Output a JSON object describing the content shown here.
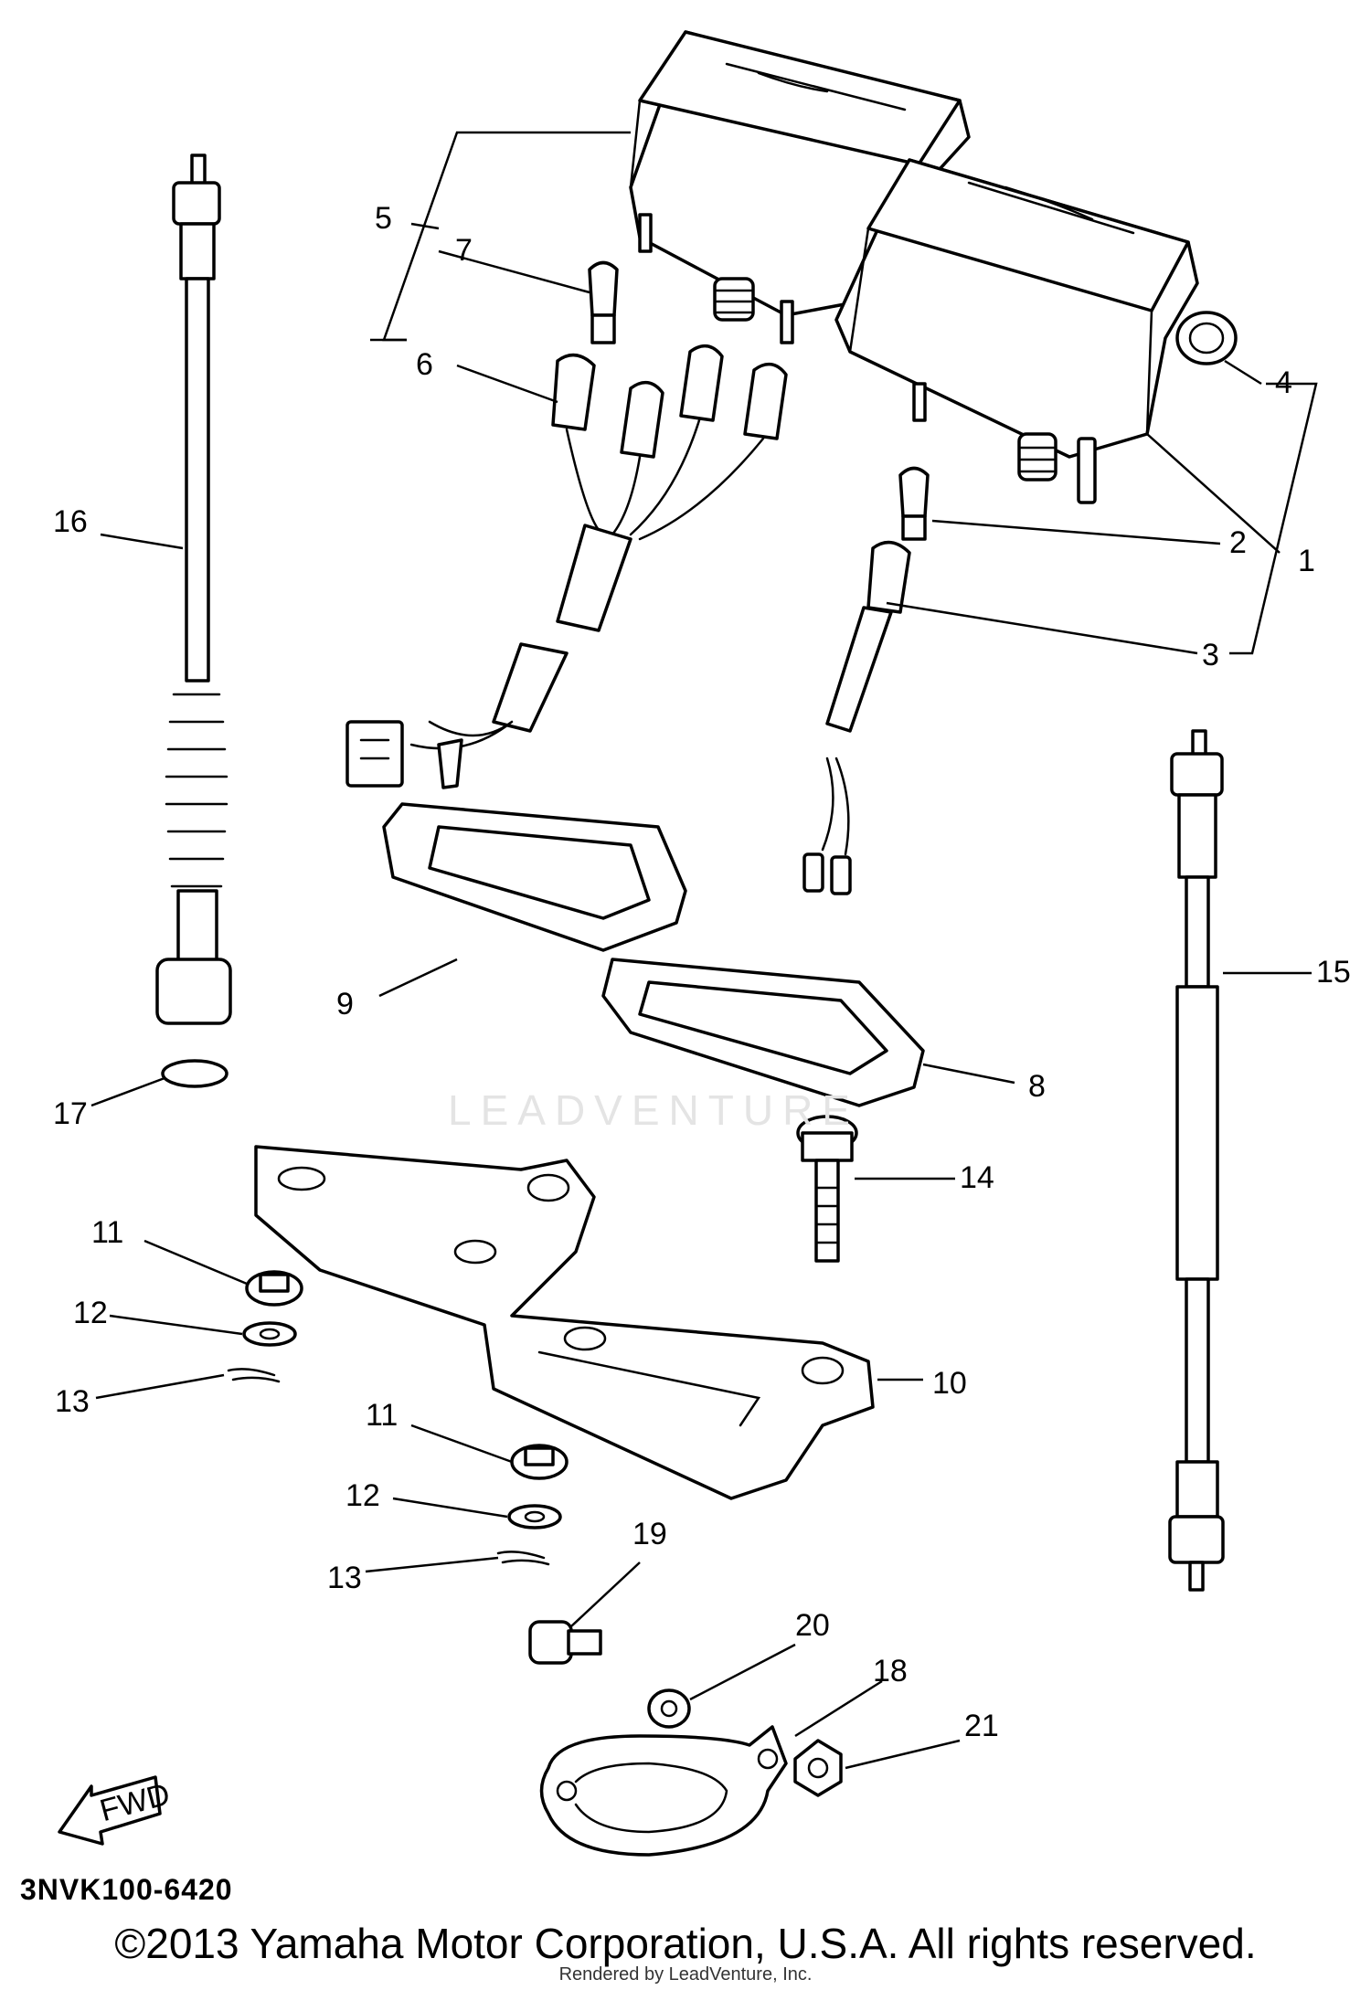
{
  "diagram": {
    "callouts": [
      "1",
      "2",
      "3",
      "4",
      "5",
      "6",
      "7",
      "8",
      "9",
      "10",
      "11",
      "12",
      "13",
      "14",
      "15",
      "16",
      "17",
      "18",
      "19",
      "20",
      "21"
    ],
    "callout_11b": "11",
    "callout_12b": "12",
    "callout_13b": "13",
    "fwd_label": "FWD",
    "code": "3NVK100-6420",
    "watermark": "LEADVENTURE",
    "copyright": "©2013 Yamaha Motor Corporation, U.S.A. All rights reserved.",
    "rendered_by": "Rendered by LeadVenture, Inc."
  }
}
